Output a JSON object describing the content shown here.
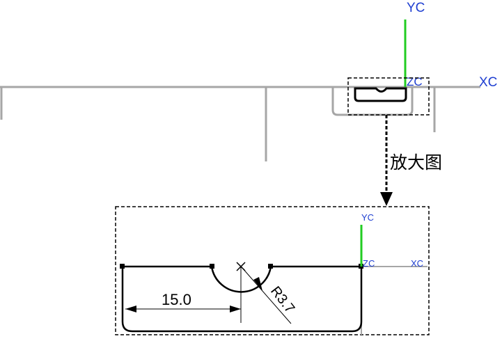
{
  "axes": {
    "top": {
      "y_label": "YC",
      "z_label": "ZC",
      "x_label": "XC"
    },
    "detail": {
      "y_label": "YC",
      "z_label": "ZC",
      "x_label": "XC"
    }
  },
  "callout_text": "放大图",
  "dimensions": {
    "linear": "15.0",
    "radius": "R3.7"
  },
  "colors": {
    "y_axis": "#22cc22",
    "axis_label": "#1f3fd1",
    "reference_line": "#a6a6a6",
    "sketch_line": "#000000"
  }
}
